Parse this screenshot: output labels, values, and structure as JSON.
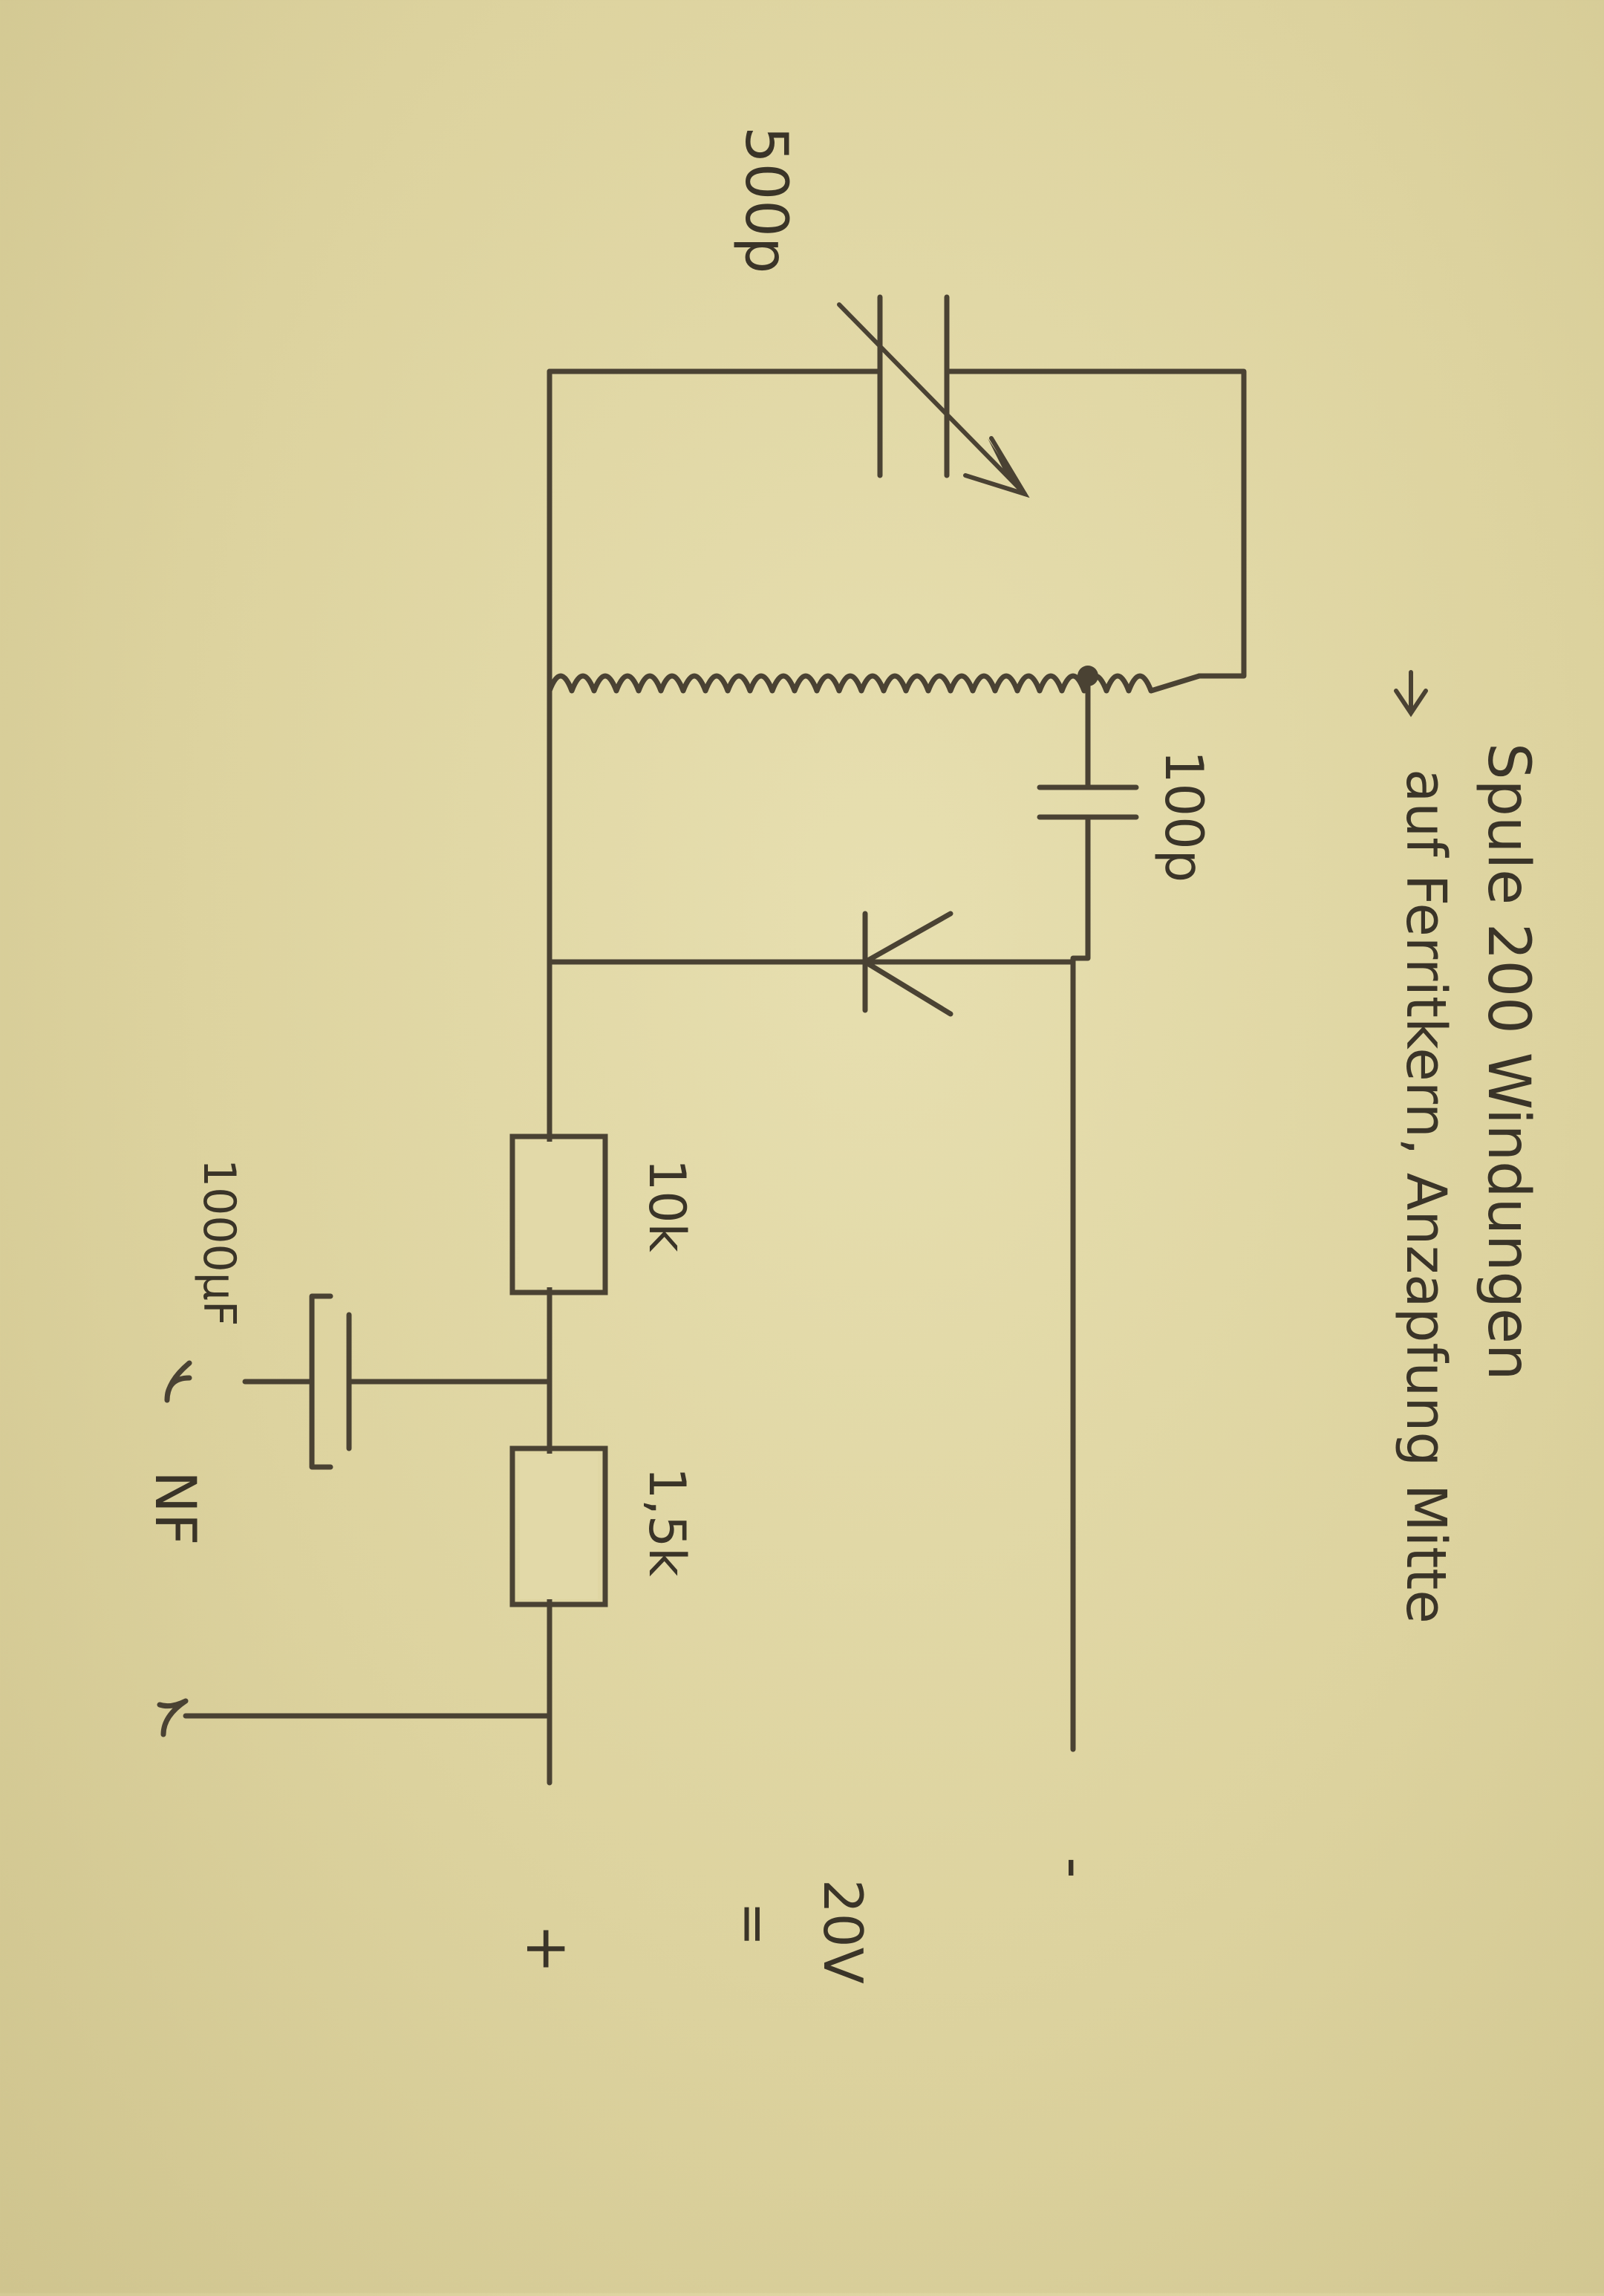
{
  "annotation": {
    "line1": "Spule 200 Windungen",
    "line2": "auf Ferritkern, Anzapfung Mitte"
  },
  "components": {
    "variable_capacitor": "500p",
    "coupling_capacitor": "100p",
    "resistor_1": "10k",
    "resistor_2": "1,5k",
    "electrolytic_capacitor": "1000µF"
  },
  "supply": {
    "voltage": "20V",
    "dc_symbol": "=",
    "minus": "-",
    "plus": "+"
  },
  "output": {
    "label": "NF"
  }
}
